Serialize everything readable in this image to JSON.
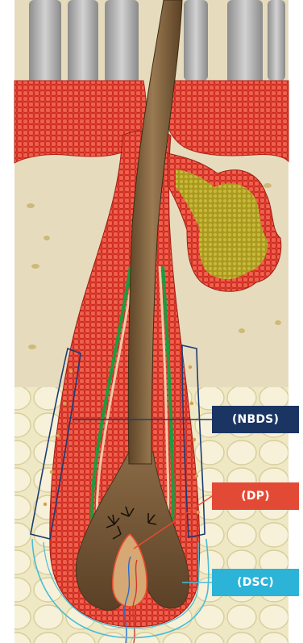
{
  "colors": {
    "dermis": "#e8dfc2",
    "fat": "#ece6c3",
    "epidermis": "#e63a2b",
    "sheath": "#e23c31",
    "hair_shaft": "#8a6a45",
    "companion_layer": "#1f9a3f",
    "sebaceous_gland": "#b8a628",
    "nbds_outline": "#1e3b73",
    "dp_outline": "#e94a2e",
    "dsc_outline": "#49bcd6",
    "label_nbds_bg": "#1b3563",
    "label_dp_bg": "#e24a36",
    "label_dsc_bg": "#2bb3d8"
  },
  "labels": {
    "nbds": "(NBDS)",
    "dp": "(DP)",
    "dsc": "(DSC)"
  }
}
